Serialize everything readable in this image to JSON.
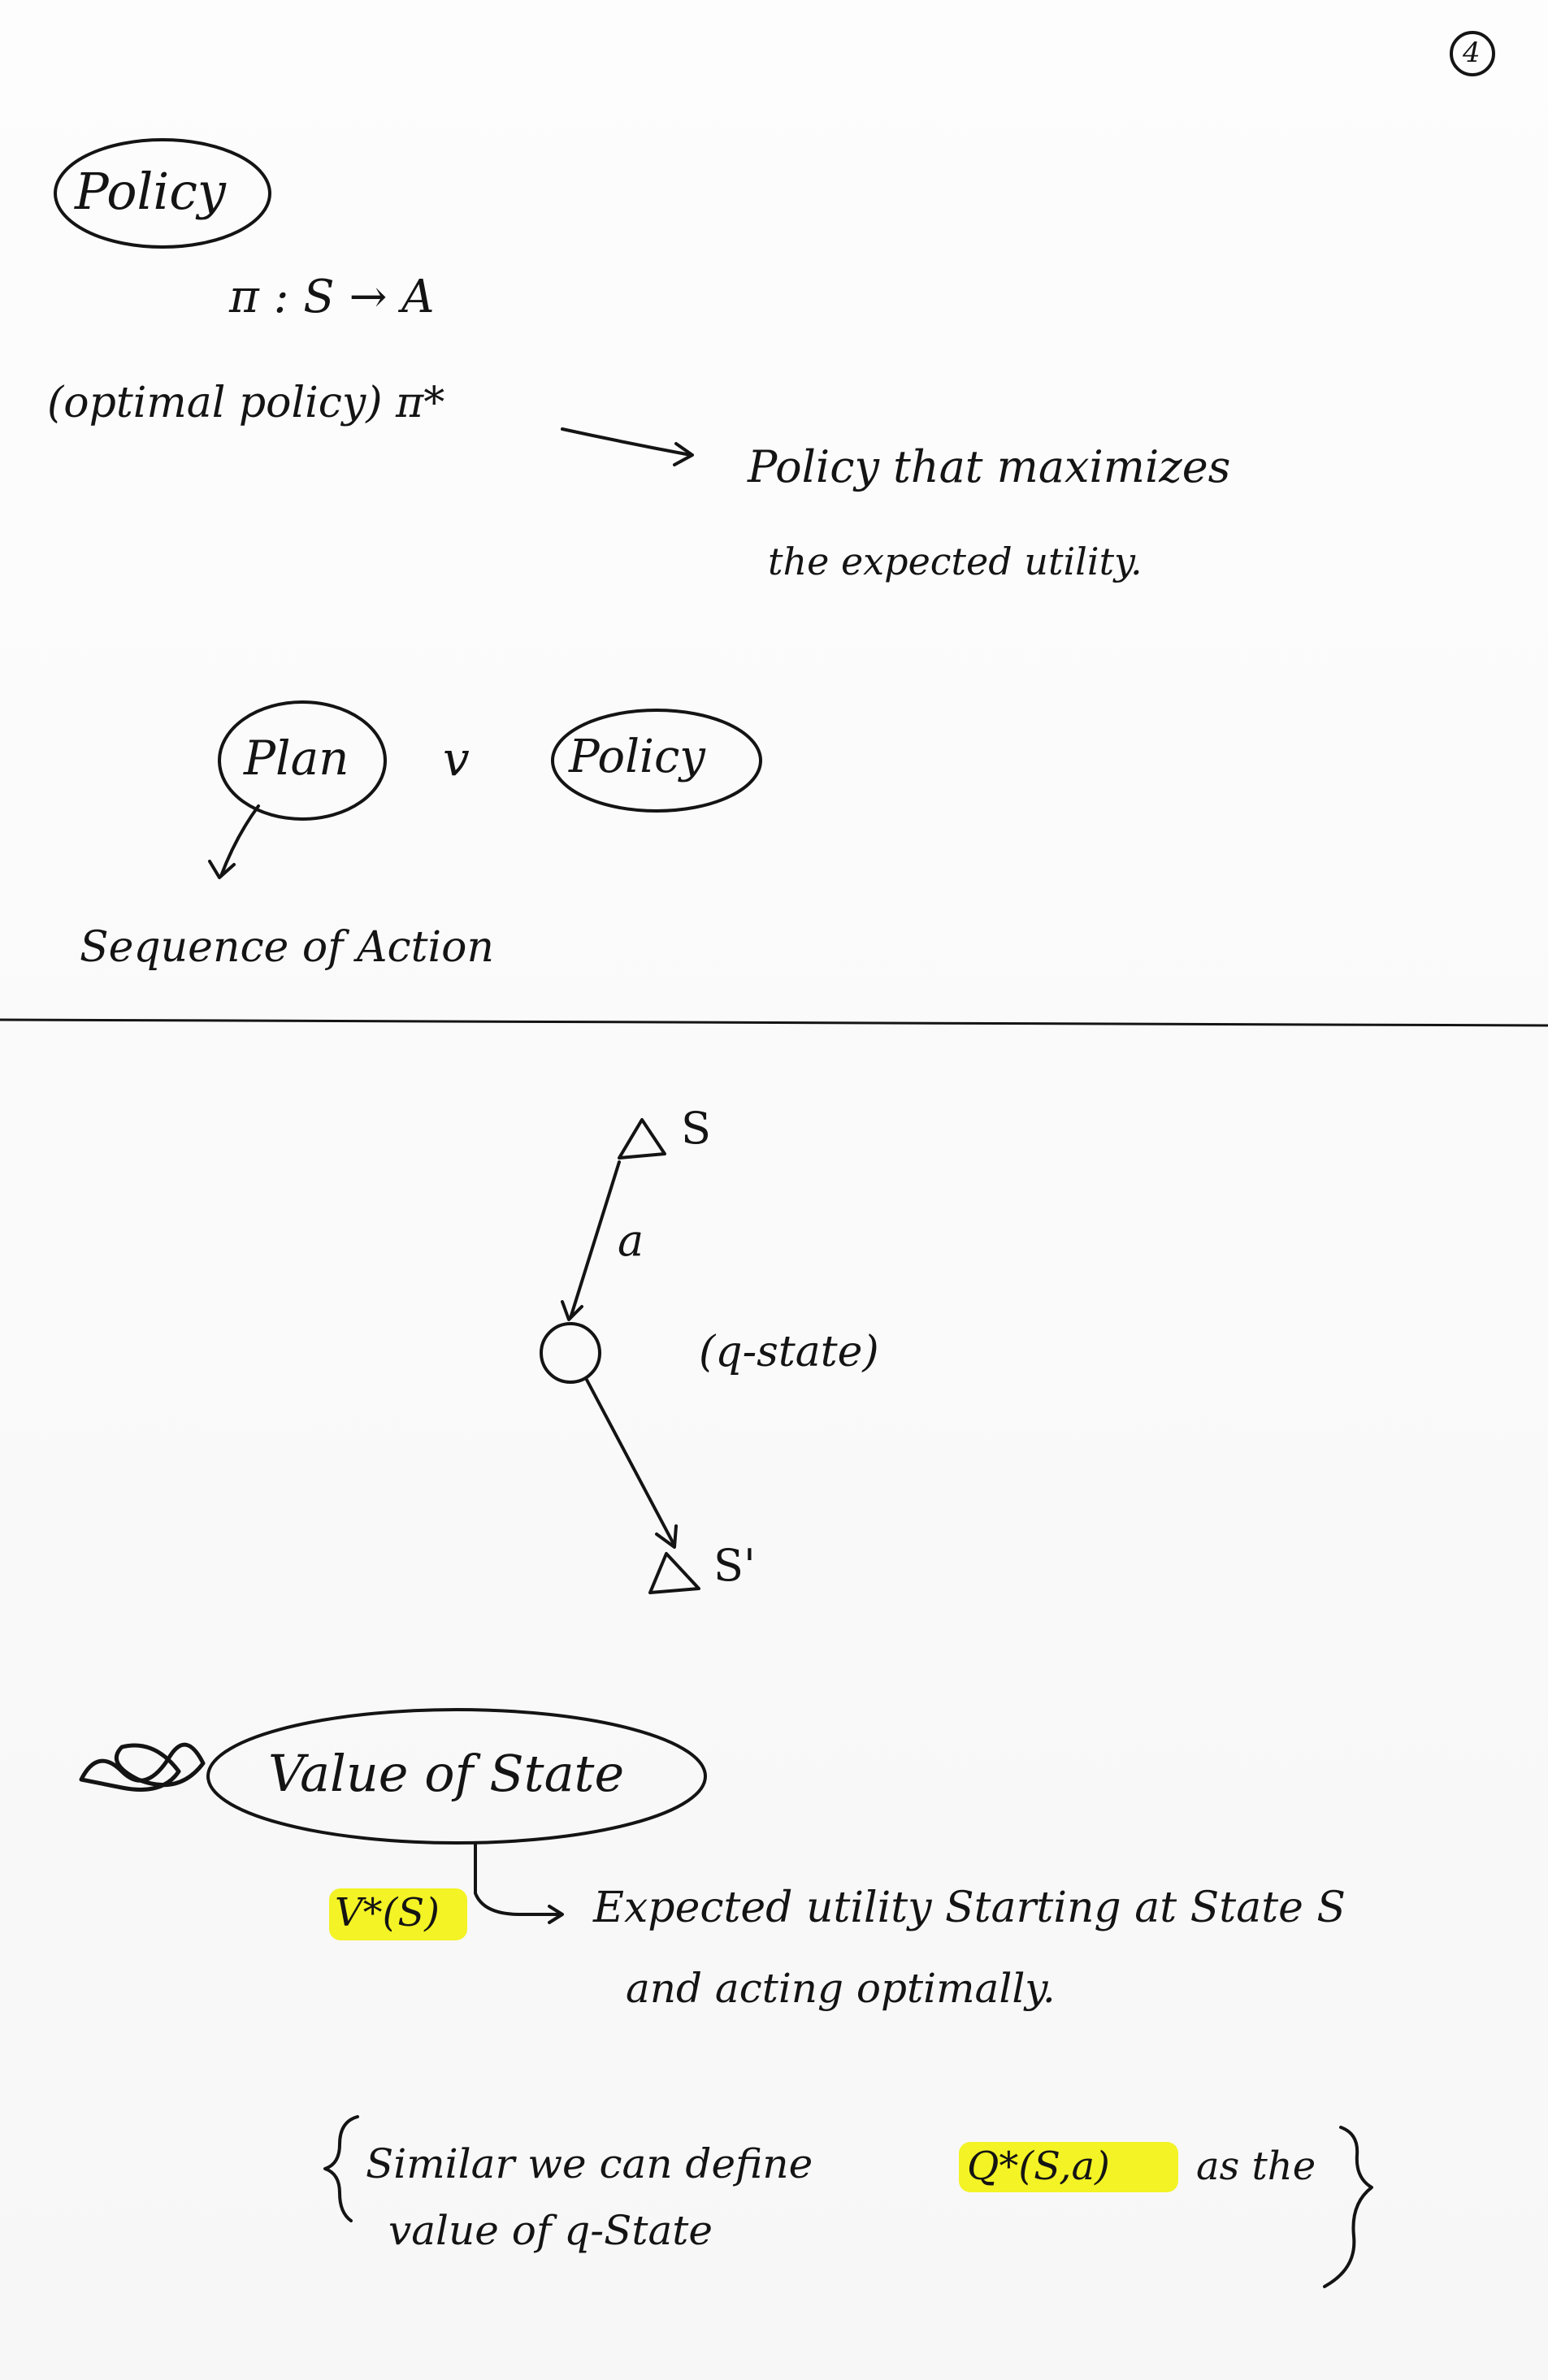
{
  "page_number": "4",
  "top": {
    "policy_heading": "Policy",
    "policy_def": "π : S → A",
    "optimal_label": "(optimal policy) π*",
    "optimal_desc_line1": "Policy that maximizes",
    "optimal_desc_line2": "the expected utility.",
    "plan_label": "Plan",
    "vs_label": "v",
    "policy_label_2": "Policy",
    "plan_desc": "Sequence of Action"
  },
  "diagram": {
    "state_s": "S",
    "action_a": "a",
    "q_state_label": "(q-state)",
    "state_s_prime": "S'"
  },
  "bottom": {
    "value_heading": "Value of State",
    "v_star": "V*(S)",
    "v_desc_line1": "Expected utility Starting at State S",
    "v_desc_line2": "and acting optimally.",
    "similar_prefix": "Similar we can define",
    "q_star": "Q*(S,a)",
    "similar_suffix": "as the",
    "similar_line2": "value of q-State"
  },
  "colors": {
    "ink": "#141414",
    "highlight": "#f2f200"
  }
}
